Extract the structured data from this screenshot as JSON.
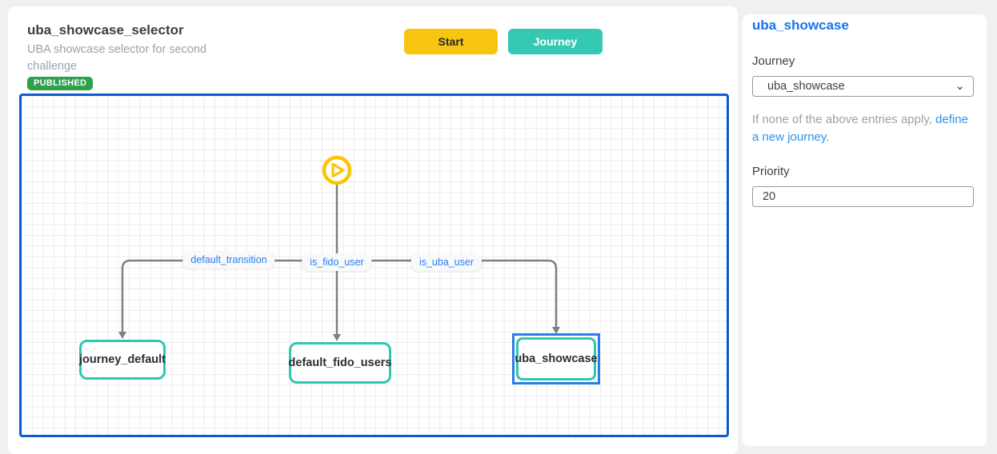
{
  "header": {
    "title": "uba_showcase_selector",
    "subtitle": "UBA showcase selector for second challenge",
    "status_badge": "PUBLISHED"
  },
  "toolbar": {
    "start_label": "Start",
    "journey_label": "Journey"
  },
  "diagram": {
    "start_icon": "play-circle-icon",
    "edges": [
      {
        "label": "default_transition"
      },
      {
        "label": "is_fido_user"
      },
      {
        "label": "is_uba_user"
      }
    ],
    "nodes": [
      {
        "label": "journey_default",
        "selected": false
      },
      {
        "label": "default_fido_users",
        "selected": false
      },
      {
        "label": "uba_showcase",
        "selected": true
      }
    ]
  },
  "panel": {
    "title": "uba_showcase",
    "journey_label": "Journey",
    "journey_selected_option": "uba_showcase",
    "help_text": "If none of the above entries apply, ",
    "help_link": "define a new journey.",
    "priority_label": "Priority",
    "priority_value": "20"
  },
  "colors": {
    "accent_yellow": "#f7c40f",
    "accent_teal": "#35c9b4",
    "accent_blue": "#1a73e8",
    "selection_blue": "#2b7ce9",
    "canvas_border_blue": "#0d5bd1",
    "badge_green": "#2da14c",
    "edge_gray": "#7d8084"
  }
}
